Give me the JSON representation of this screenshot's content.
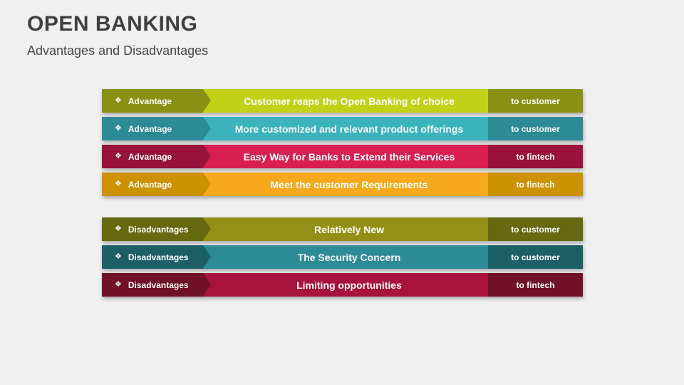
{
  "header": {
    "title": "OPEN BANKING",
    "subtitle": "Advantages and Disadvantages"
  },
  "colors": {
    "background": "#f0f0f0",
    "title_text": "#404040",
    "subtitle_text": "#484848",
    "row_text": "#ffffff"
  },
  "bullet_glyph": "❖",
  "groups": [
    {
      "id": "advantages",
      "rows": [
        {
          "label": "Advantage",
          "text": "Customer reaps the Open Banking  of choice",
          "target": "to customer",
          "dark": "#8a9013",
          "light": "#c3d018"
        },
        {
          "label": "Advantage",
          "text": "More customized and relevant product offerings",
          "target": "to customer",
          "dark": "#2d8b96",
          "light": "#3bb3bc"
        },
        {
          "label": "Advantage",
          "text": "Easy Way for Banks to Extend their Services",
          "target": "to fintech",
          "dark": "#99123c",
          "light": "#d81f50"
        },
        {
          "label": "Advantage",
          "text": "Meet the customer Requirements",
          "target": "to fintech",
          "dark": "#cc9200",
          "light": "#f7a81b"
        }
      ]
    },
    {
      "id": "disadvantages",
      "rows": [
        {
          "label": "Disadvantages",
          "text": "Relatively New",
          "target": "to customer",
          "dark": "#656a11",
          "light": "#949017"
        },
        {
          "label": "Disadvantages",
          "text": "The Security Concern",
          "target": "to customer",
          "dark": "#1d5f66",
          "light": "#2d8b96"
        },
        {
          "label": "Disadvantages",
          "text": "Limiting opportunities",
          "target": "to fintech",
          "dark": "#711029",
          "light": "#a8123e"
        }
      ]
    }
  ]
}
